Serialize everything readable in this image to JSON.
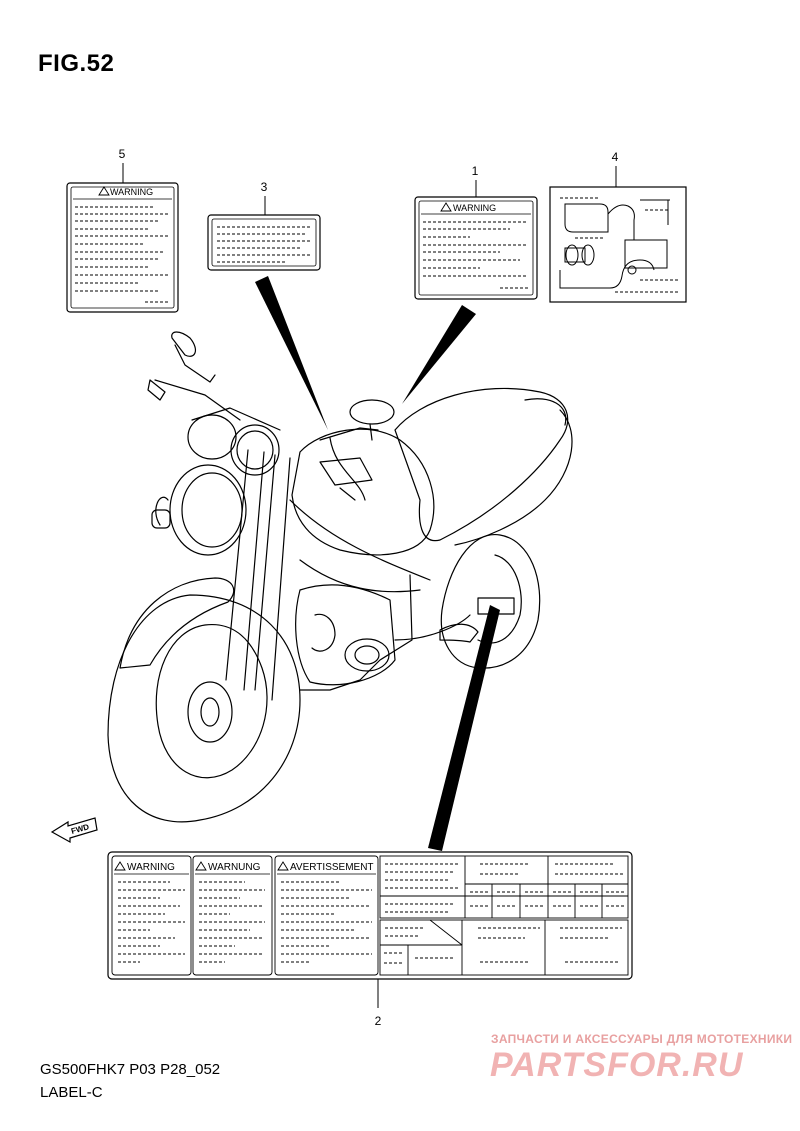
{
  "figure": {
    "title": "FIG.52"
  },
  "footer": {
    "model_code": "GS500FHK7 P03 P28_052",
    "section": "LABEL-C"
  },
  "watermark": {
    "tagline": "ЗАПЧАСТИ И АКСЕССУАРЫ ДЛЯ МОТОТЕХНИКИ",
    "logo": "PARTSFOR.RU"
  },
  "callouts": {
    "c1": "1",
    "c2": "2",
    "c3": "3",
    "c4": "4",
    "c5": "5"
  },
  "labels": {
    "label1_header": "WARNING",
    "label5_header": "WARNING",
    "label2_header_en": "WARNING",
    "label2_header_de": "WARNUNG",
    "label2_header_fr": "AVERTISSEMENT"
  },
  "fwd_arrow": "FWD"
}
